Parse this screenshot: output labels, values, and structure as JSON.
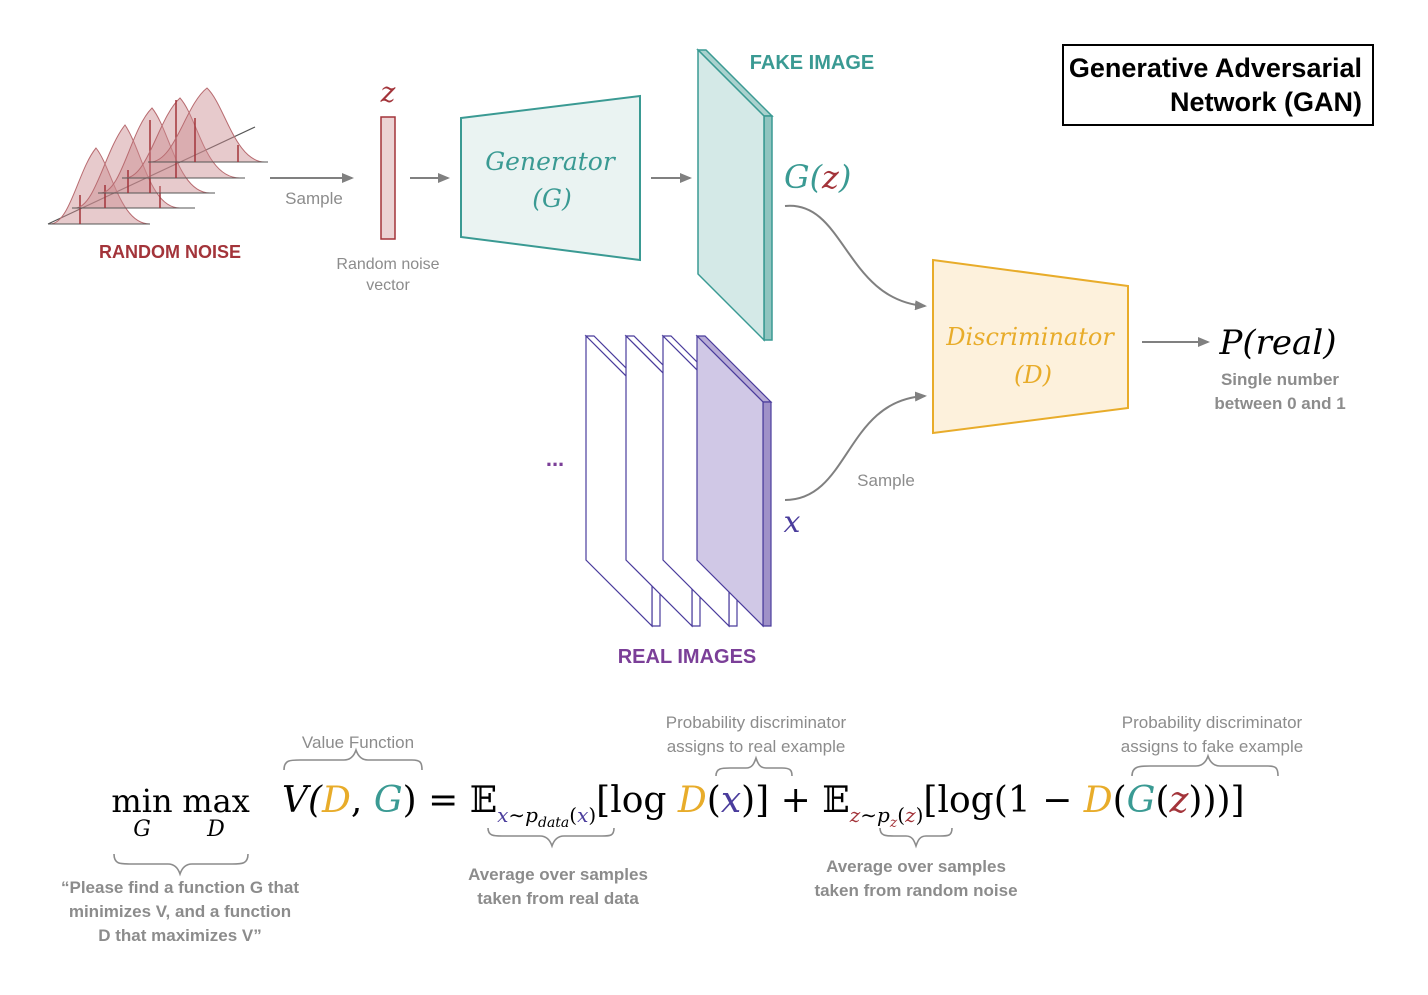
{
  "title": {
    "line1": "Generative Adversarial",
    "line2": "Network (GAN)"
  },
  "noise": {
    "label": "RANDOM NOISE",
    "sample_label": "Sample"
  },
  "z_vector": {
    "symbol": "z",
    "caption_line1": "Random noise",
    "caption_line2": "vector"
  },
  "generator": {
    "name": "Generator",
    "symbol": "(G)"
  },
  "fake": {
    "label": "FAKE IMAGE",
    "output_G": "G(",
    "output_z": "z",
    "output_close": ")"
  },
  "discriminator": {
    "name": "Discriminator",
    "symbol": "(D)"
  },
  "output": {
    "label": "P(real)",
    "caption_line1": "Single number",
    "caption_line2": "between 0 and 1"
  },
  "real": {
    "label": "REAL IMAGES",
    "ellipsis": "...",
    "symbol": "x",
    "sample_label": "Sample"
  },
  "equation": {
    "min": "min",
    "min_sub": "G",
    "max": "max",
    "max_sub": "D",
    "value_fn": "V(",
    "D": "D",
    "comma": ", ",
    "G": "G",
    "close": ")",
    "eq": " = ",
    "E1": "𝔼",
    "E1_x": "x",
    "E1_sim": "∼p",
    "E1_sub": "data",
    "E1_paren_open": "(",
    "E1_x2": "x",
    "E1_paren_close": ")",
    "term1_open": "[log ",
    "term1_D": "D",
    "term1_paren": "(",
    "term1_x": "x",
    "term1_close": ")]",
    "plus": " + ",
    "E2": "𝔼",
    "E2_z": "z",
    "E2_sim": "∼p",
    "E2_sub": "z",
    "E2_paren_open": "(",
    "E2_z2": "z",
    "E2_paren_close": ")",
    "term2_open": "[log(1 − ",
    "term2_D": "D",
    "term2_p1": "(",
    "term2_G": "G",
    "term2_p2": "(",
    "term2_z": "z",
    "term2_close": ")))]"
  },
  "annotations": {
    "value_function": "Value Function",
    "prob_real_line1": "Probability discriminator",
    "prob_real_line2": "assigns to real example",
    "prob_fake_line1": "Probability discriminator",
    "prob_fake_line2": "assigns to fake example",
    "minmax_line1": "“Please find a function G that",
    "minmax_line2": "minimizes V, and a function",
    "minmax_line3": "D that maximizes V”",
    "avg_real_line1": "Average over samples",
    "avg_real_line2": "taken from real data",
    "avg_noise_line1": "Average over samples",
    "avg_noise_line2": "taken from random noise"
  },
  "colors": {
    "noise_red": "#a3343a",
    "generator_teal": "#3a9a93",
    "discriminator_gold": "#e8ac2a",
    "real_purple": "#7b3f98",
    "real_blue": "#4a3c9c",
    "annotation_gray": "#8c8c8c"
  }
}
